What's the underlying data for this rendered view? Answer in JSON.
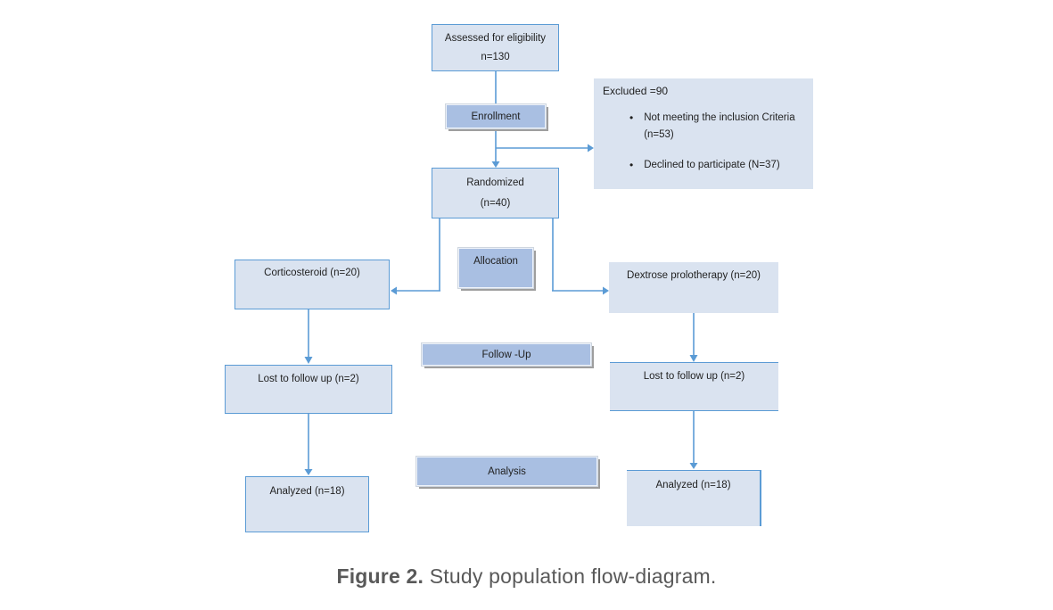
{
  "colors": {
    "line-blue": "#5b9bd5",
    "box-border-blue": "#5b9bd5",
    "box-fill-light": "#dae3f0",
    "label-fill": "#a9bfe2",
    "shadow-gray": "#9e9e9e",
    "caption-gray": "#595959",
    "text-dark": "#1f1f1f",
    "background": "#ffffff"
  },
  "diagram": {
    "assessed": {
      "line1": "Assessed for eligibility",
      "line2": "n=130"
    },
    "enrollment": "Enrollment",
    "excluded": {
      "title": "Excluded =90",
      "bullet_glyph": "•",
      "bullets": [
        "Not meeting the inclusion Criteria (n=53)",
        "Declined to participate (N=37)"
      ]
    },
    "randomized": {
      "line1": "Randomized",
      "line2": "(n=40)"
    },
    "allocation": "Allocation",
    "corticosteroid": "Corticosteroid (n=20)",
    "dextrose": "Dextrose prolotherapy (n=20)",
    "followup": "Follow -Up",
    "lost_left": "Lost to follow up (n=2)",
    "lost_right": "Lost to follow up (n=2)",
    "analysis": "Analysis",
    "analyzed_left": "Analyzed (n=18)",
    "analyzed_right": "Analyzed (n=18)"
  },
  "caption": {
    "prefix": "Figure 2.",
    "text": " Study population flow-diagram."
  }
}
